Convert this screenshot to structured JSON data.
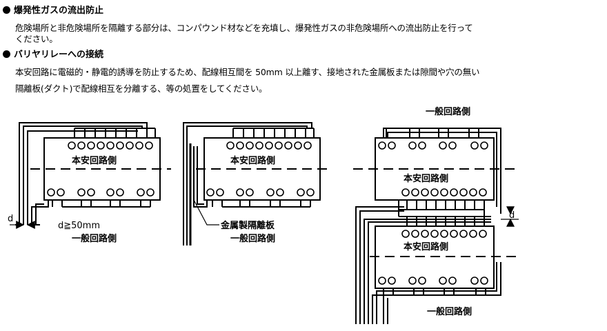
{
  "section1": {
    "heading": "爆発性ガスの流出防止",
    "body_line1": "危険場所と非危険場所を隔離する部分は、コンパウンド材などを充填し、爆発性ガスの非危険場所への流出防止を行って",
    "body_line2": "ください。"
  },
  "section2": {
    "heading": "バリヤリレーへの接続",
    "body_line1": "本安回路に電磁的・静電的誘導を防止するため、配線相互間を 50mm 以上離す、接地された金属板または隙間や穴の無い",
    "body_line2": "隔離板(ダクト)で配線相互を分離する、等の処置をしてください。"
  },
  "diagram1": {
    "box_label": "本安回路側",
    "dim_label": "d",
    "dim_condition": "d≧50mm",
    "bottom_label": "一般回路側"
  },
  "diagram2": {
    "box_label": "本安回路側",
    "plate_label": "金属製隔離板",
    "bottom_label": "一般回路側"
  },
  "diagram3": {
    "top_label": "一般回路側",
    "upper_box_label": "本安回路側",
    "lower_box_label": "本安回路側",
    "dim_label": "d",
    "bottom_label": "一般回路側"
  }
}
